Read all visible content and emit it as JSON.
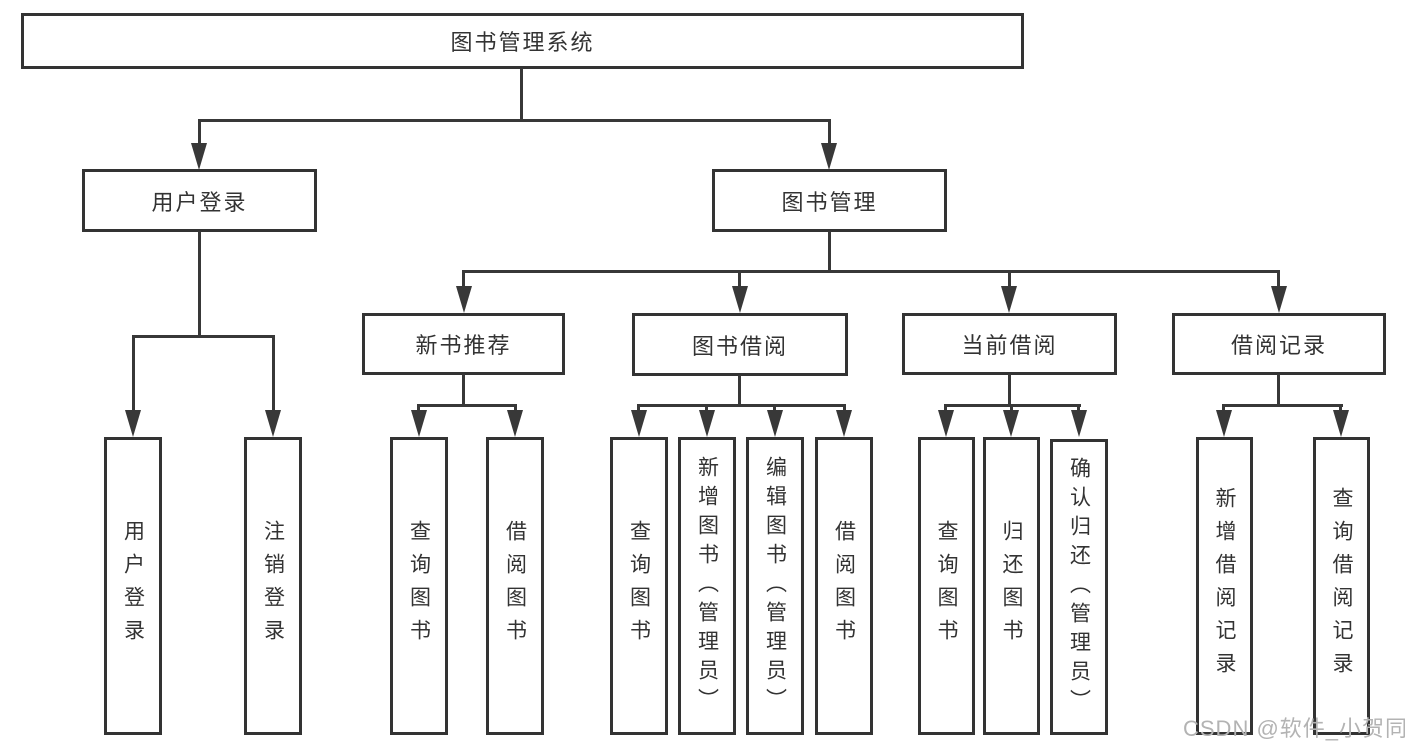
{
  "diagram_title": "图书管理系统",
  "nodes": {
    "root": "图书管理系统",
    "user_login": "用户登录",
    "book_mgmt": "图书管理",
    "new_book_rec": "新书推荐",
    "book_borrowing": "图书借阅",
    "current_borrowing": "当前借阅",
    "borrow_records": "借阅记录",
    "leaf_user_login": "用户登录",
    "leaf_logout": "注销登录",
    "leaf_query_book_rec": "查询图书",
    "leaf_borrow_book_rec": "借阅图书",
    "leaf_query_book_borrow": "查询图书",
    "leaf_add_book_admin": "新增图书（管理员）",
    "leaf_edit_book_admin": "编辑图书（管理员）",
    "leaf_borrow_book_borrow": "借阅图书",
    "leaf_query_book_current": "查询图书",
    "leaf_return_book": "归还图书",
    "leaf_confirm_return_admin": "确认归还（管理员）",
    "leaf_add_borrow_record": "新增借阅记录",
    "leaf_query_borrow_record": "查询借阅记录"
  },
  "watermark": "CSDN @软件_小贺同学",
  "colors": {
    "line": "#383838",
    "border": "#333333",
    "text": "#333333",
    "box_bg": "#ffffff",
    "watermark": "#b3b3b3",
    "background": "#ffffff"
  }
}
